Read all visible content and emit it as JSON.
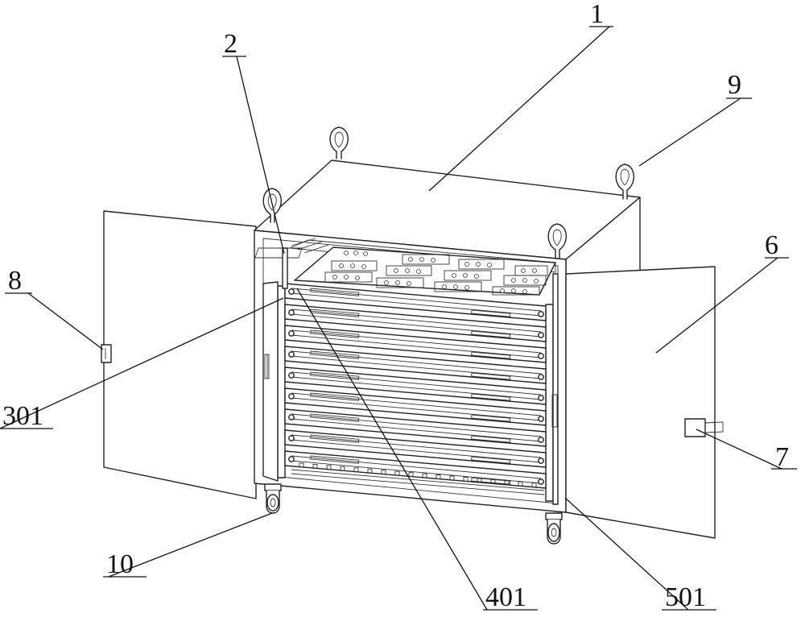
{
  "callouts": {
    "c1": "1",
    "c2": "2",
    "c6": "6",
    "c7": "7",
    "c8": "8",
    "c9": "9",
    "c10": "10",
    "c301": "301",
    "c401": "401",
    "c501": "501"
  },
  "parts": {
    "tray_count": 9,
    "lifting_rings": 4,
    "casters": 2,
    "doors": 2
  }
}
